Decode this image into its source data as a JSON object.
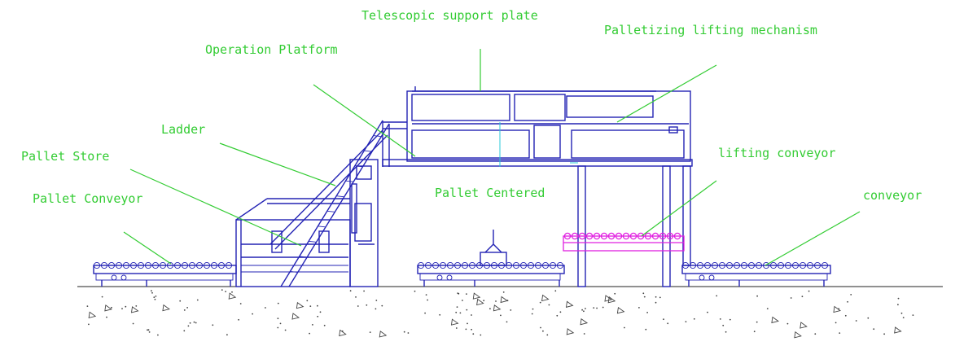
{
  "labels": {
    "telescopic_support_plate": "Telescopic support plate",
    "palletizing_lifting_mechanism": "Palletizing lifting mechanism",
    "operation_platform": "Operation Platform",
    "ladder": "Ladder",
    "pallet_store": "Pallet Store",
    "pallet_conveyor": "Pallet Conveyor",
    "lifting_conveyor": "lifting conveyor",
    "pallet_centered": "Pallet Centered",
    "conveyor": "conveyor"
  },
  "colors": {
    "label": "#33cc33",
    "machine": "#2323b4",
    "lifting_conveyor": "#e020e0",
    "guide_line": "#28c8d8",
    "ground": "#222222"
  }
}
